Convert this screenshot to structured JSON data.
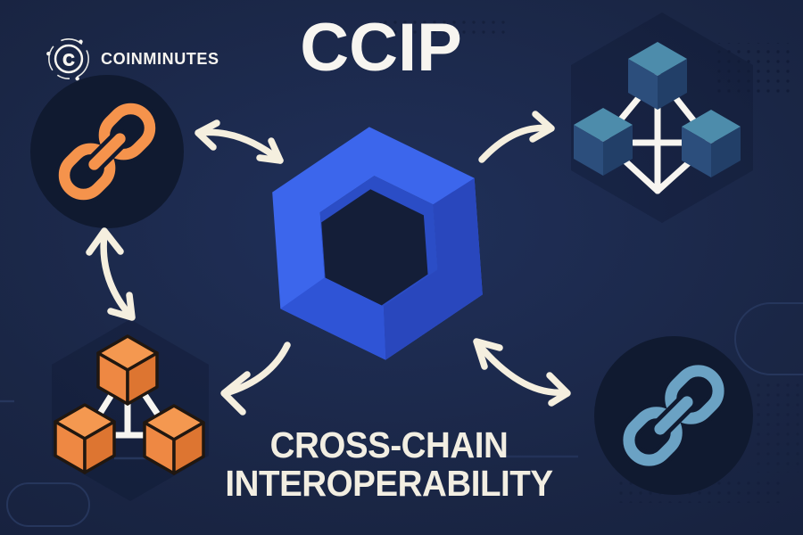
{
  "branding": {
    "name": "COINMINUTES",
    "logo_letter": "C"
  },
  "header": {
    "title": "CCIP"
  },
  "footer": {
    "line1": "CROSS-CHAIN",
    "line2": "INTEROPERABILITY"
  },
  "icons": {
    "center": "chainlink-hexagon-icon",
    "top_left": "chain-link-icon",
    "top_right": "cube-network-icon",
    "bottom_left": "cube-network-icon",
    "bottom_right": "chain-link-icon",
    "connectors": [
      "double-arrow",
      "single-arrow"
    ],
    "logo": "coinminutes-circuit-c-icon"
  },
  "colors": {
    "background": "#1a2645",
    "panel_dark": "#101a30",
    "hexagon_main": "#3c66ec",
    "hexagon_shade_right": "#2947bd",
    "hexagon_shade_bottom": "#2f54d6",
    "hexagon_bevel": "#2b4dc6",
    "hexagon_hole": "#141e38",
    "chain_orange": "#f5934c",
    "chain_blue": "#6ba2c4",
    "cube_teal_top": "#4d8cab",
    "cube_teal_left": "#2c4e7c",
    "cube_teal_right": "#223f68",
    "cube_orange_top": "#f49850",
    "cube_orange_left": "#ee8843",
    "cube_orange_right": "#dd7531",
    "cube_outline": "#201710",
    "line_white": "#f7f5f0",
    "arrow_cream": "#f5efdf",
    "text_white": "#f7f5f0",
    "text_cream": "#f2eee2",
    "decor_line": "#26365c",
    "decor_dot": "#121c38",
    "backdrop_shadow": "#0c1530"
  }
}
